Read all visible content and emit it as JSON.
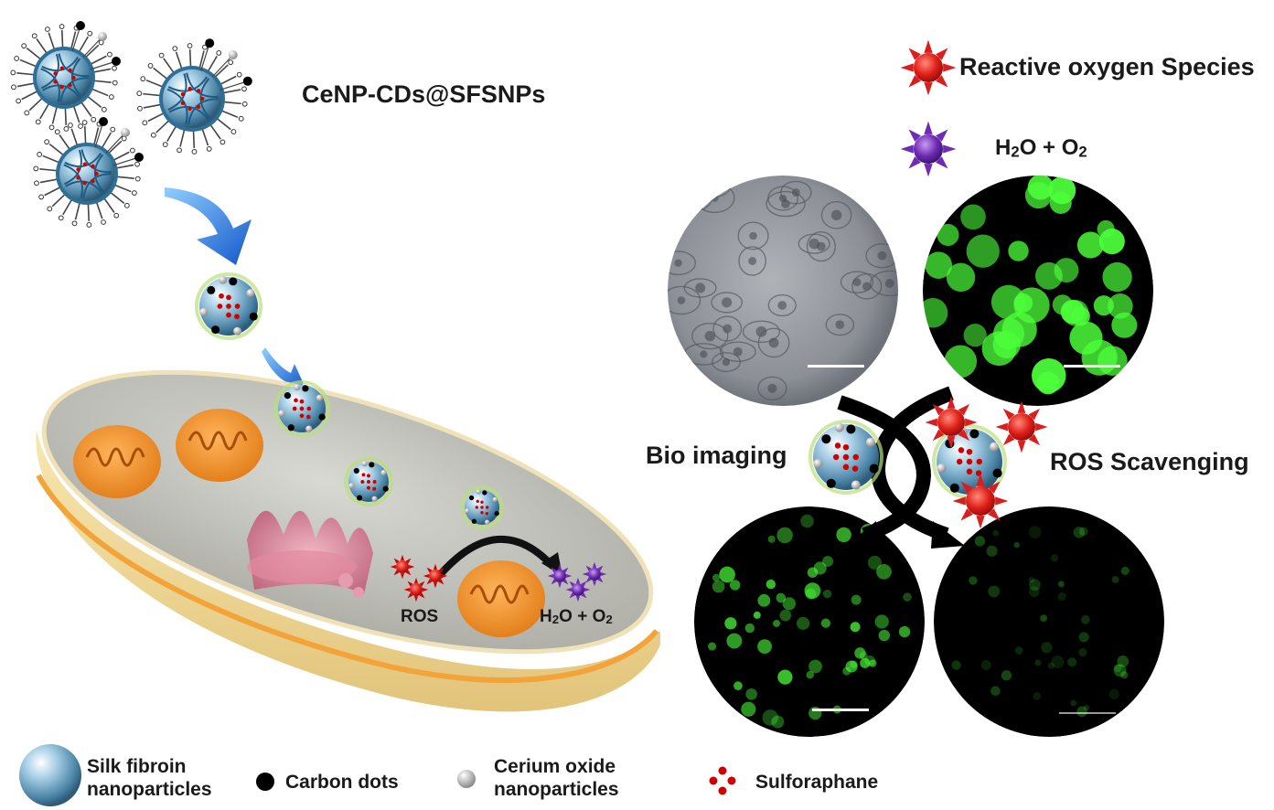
{
  "title_label": "CeNP-CDs@SFSNPs",
  "key": {
    "ros": {
      "label": "Reactive oxygen Species",
      "color": "#d81e1e"
    },
    "water": {
      "label_main": "H",
      "label_sub1": "2",
      "label_mid": "O + O",
      "label_sub2": "2",
      "color": "#6a2ca0"
    }
  },
  "panels": {
    "bio_imaging": "Bio imaging",
    "ros_scavenging": "ROS Scavenging"
  },
  "cell": {
    "ros_label": "ROS",
    "product_main": "H",
    "product_sub1": "2",
    "product_mid": "O + O",
    "product_sub2": "2"
  },
  "legend": [
    {
      "label_line1": "Silk fibroin",
      "label_line2": "nanoparticles",
      "icon": "silk-fibroin-sphere-icon"
    },
    {
      "label_line1": "Carbon dots",
      "label_line2": "",
      "icon": "carbon-dot-icon"
    },
    {
      "label_line1": "Cerium oxide",
      "label_line2": "nanoparticles",
      "icon": "cerium-oxide-icon"
    },
    {
      "label_line1": "Sulforaphane",
      "label_line2": "",
      "icon": "sulforaphane-icon"
    }
  ],
  "colors": {
    "nanoparticle": "#7fb6d6",
    "carbon_dot": "#000000",
    "cerium_oxide": "#bdbdbd",
    "sulforaphane": "#d10000",
    "arrow_blue": "#1f6fd6",
    "dish_fill": "#e9d79b",
    "dish_rim": "#f2a43a",
    "mitochondria": "#f0922c",
    "fluorescence": "#4cff3a"
  }
}
